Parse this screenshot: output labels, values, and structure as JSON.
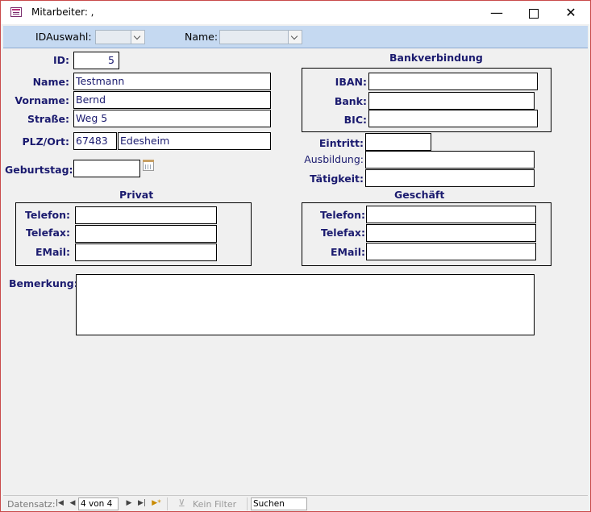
{
  "window": {
    "title": "Mitarbeiter: ,",
    "minimize_symbol": "—",
    "close_symbol": "✕"
  },
  "header": {
    "id_selection_label": "IDAuswahl:",
    "name_label": "Name:"
  },
  "form": {
    "id": {
      "label": "ID:",
      "value": "5"
    },
    "name": {
      "label": "Name:",
      "value": "Testmann"
    },
    "first_name": {
      "label": "Vorname:",
      "value": "Bernd"
    },
    "street": {
      "label": "Straße:",
      "value": "Weg 5"
    },
    "zip_city": {
      "label": "PLZ/Ort:",
      "zip": "67483",
      "city": "Edesheim"
    },
    "birthday": {
      "label": "Geburtstag:",
      "value": ""
    },
    "bank": {
      "title": "Bankverbindung",
      "iban_label": "IBAN:",
      "bank_label": "Bank:",
      "bic_label": "BIC:"
    },
    "employment": {
      "entry_label": "Eintritt:",
      "training_label": "Ausbildung:",
      "job_label": "Tätigkeit:"
    },
    "private": {
      "title": "Privat",
      "phone_label": "Telefon:",
      "fax_label": "Telefax:",
      "email_label": "EMail:"
    },
    "business": {
      "title": "Geschäft",
      "phone_label": "Telefon:",
      "fax_label": "Telefax:",
      "email_label": "EMail:"
    },
    "remarks_label": "Bemerkung:"
  },
  "navigation": {
    "record_label": "Datensatz:",
    "record_position": "4 von 4",
    "filter_label": "Kein Filter",
    "search_label": "Suchen"
  },
  "colors": {
    "accent": "#1b1b6f",
    "header_band": "#c5d9f1",
    "window_border": "#c94a4a"
  }
}
